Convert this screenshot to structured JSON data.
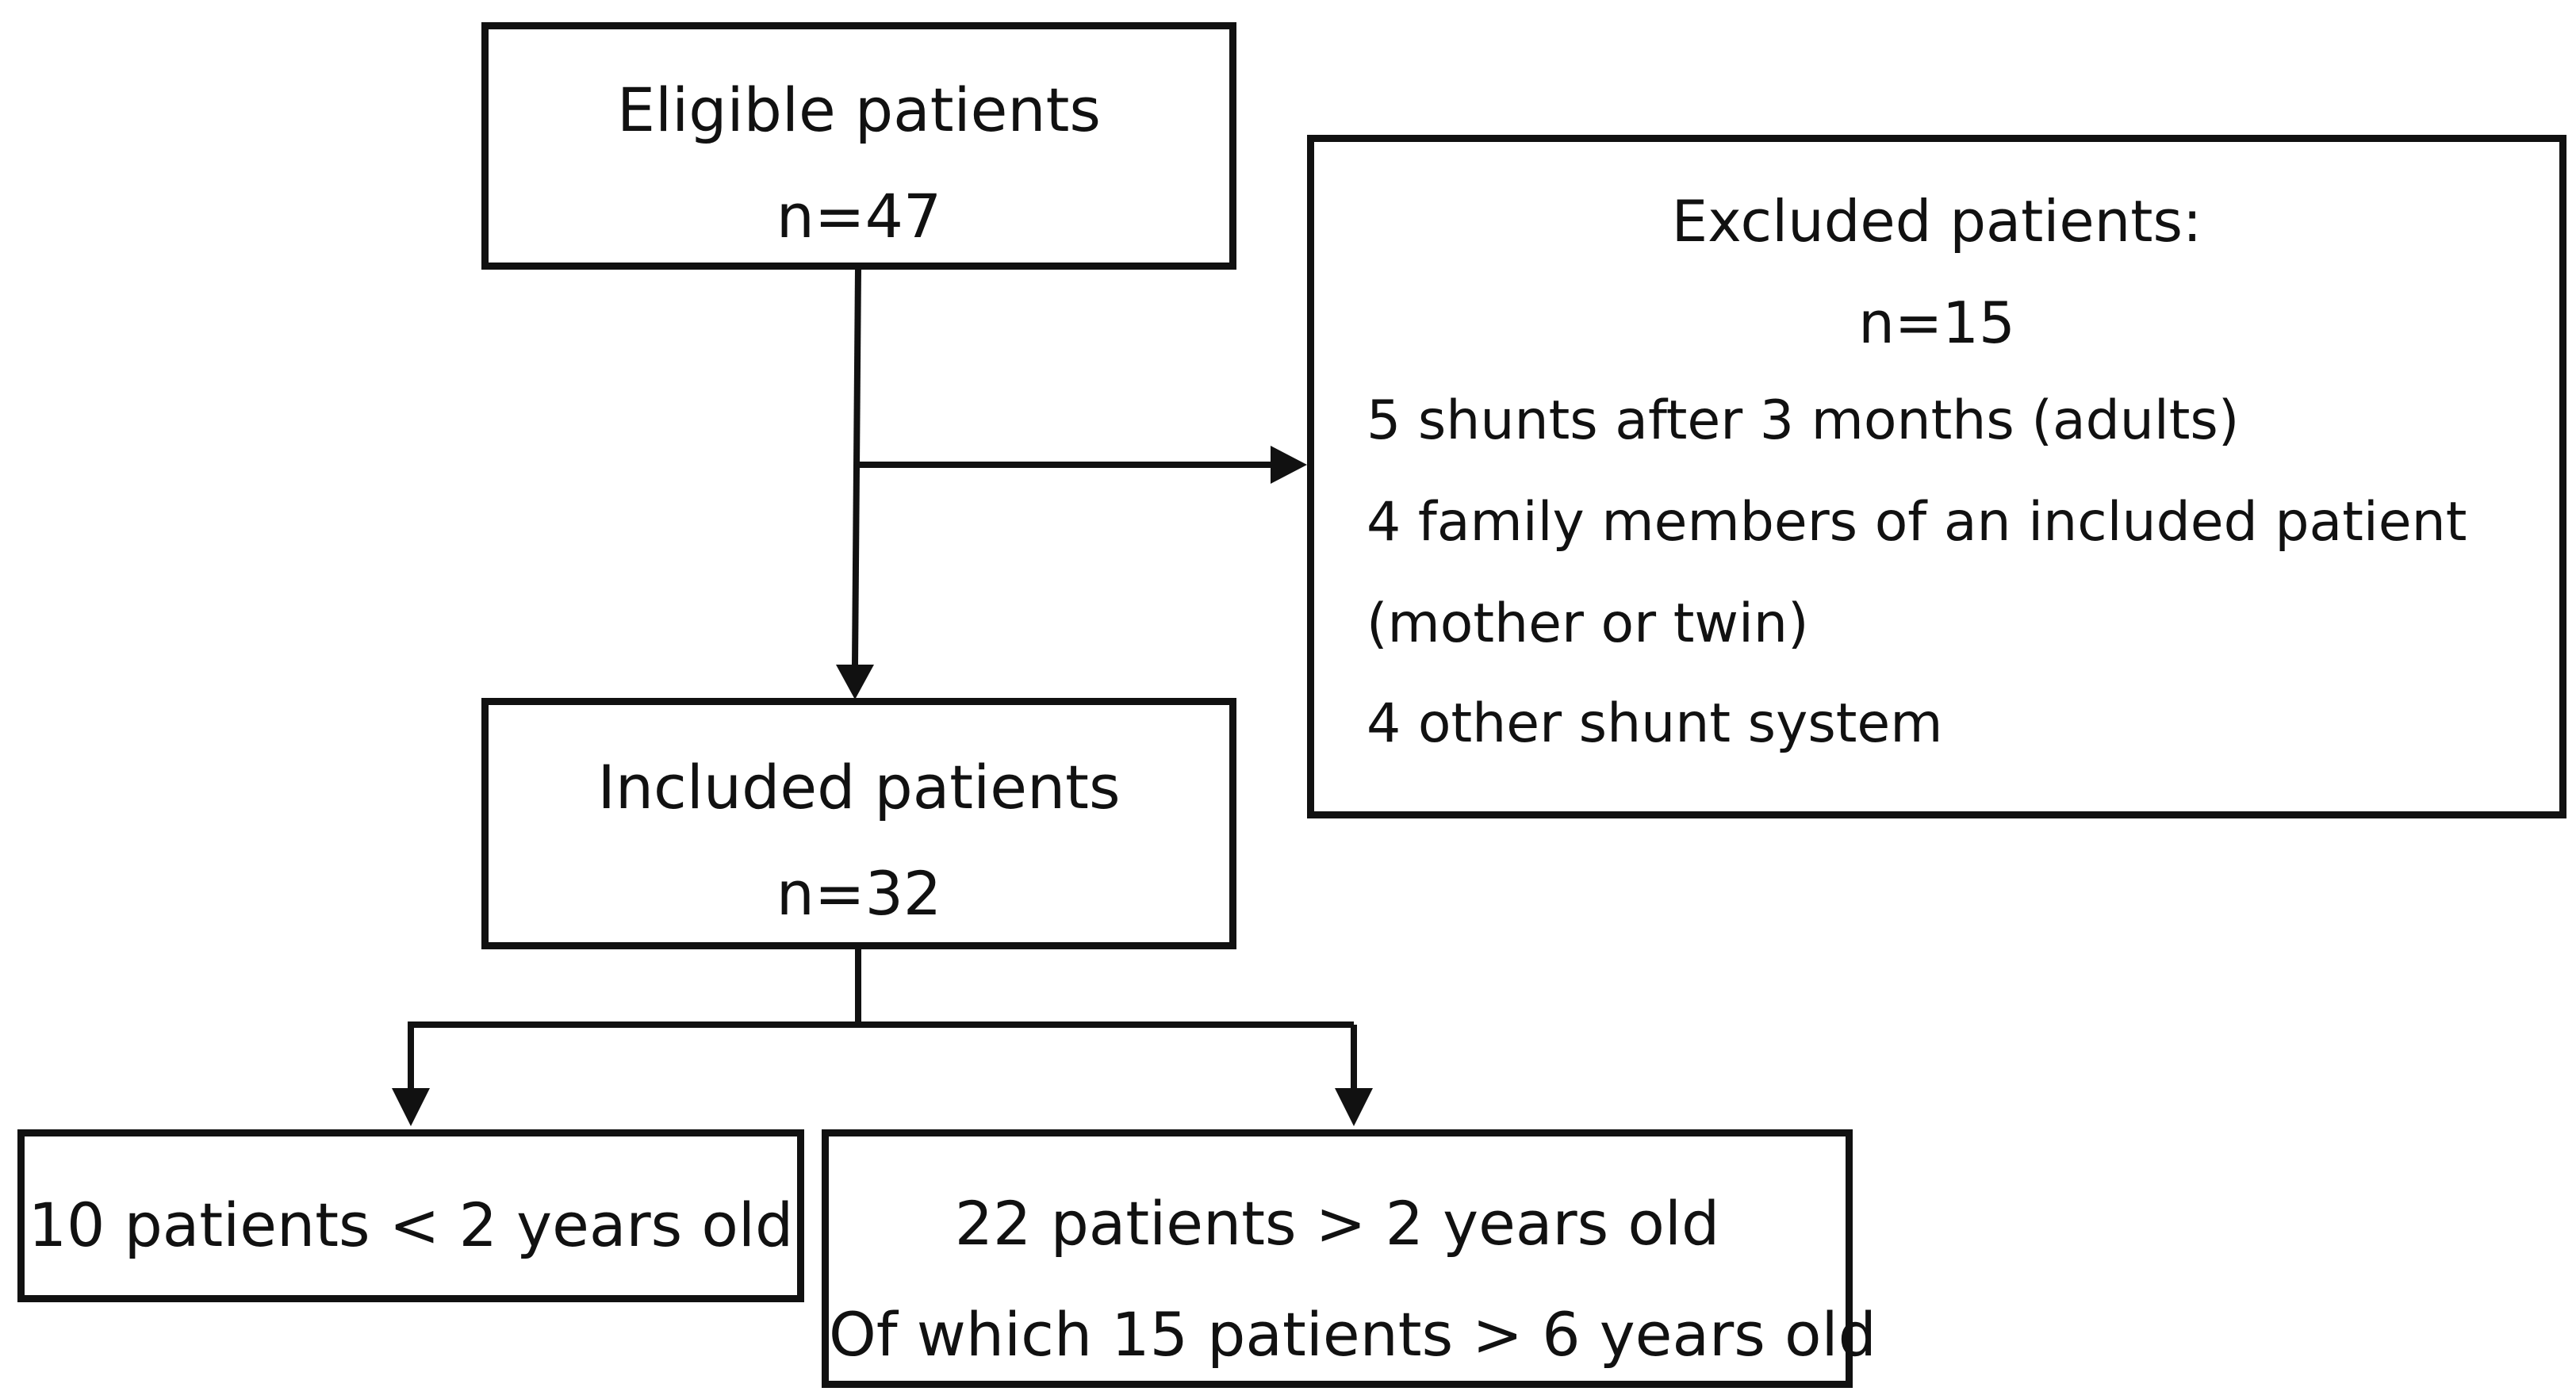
{
  "eligible": {
    "title": "Eligible patients",
    "count": "n=47"
  },
  "excluded": {
    "title": "Excluded  patients:",
    "count": "n=15",
    "reasons": [
      "5 shunts  after  3 months  (adults)",
      "4 family  members  of an included  patient",
      "(mother  or twin)",
      "4 other  shunt  system"
    ]
  },
  "included": {
    "title": "Included patients",
    "count": "n=32"
  },
  "under_two": {
    "label": "10 patients < 2 years old"
  },
  "over_two": {
    "label": "22 patients > 2 years old",
    "sublabel": "Of which 15 patients > 6 years old"
  }
}
